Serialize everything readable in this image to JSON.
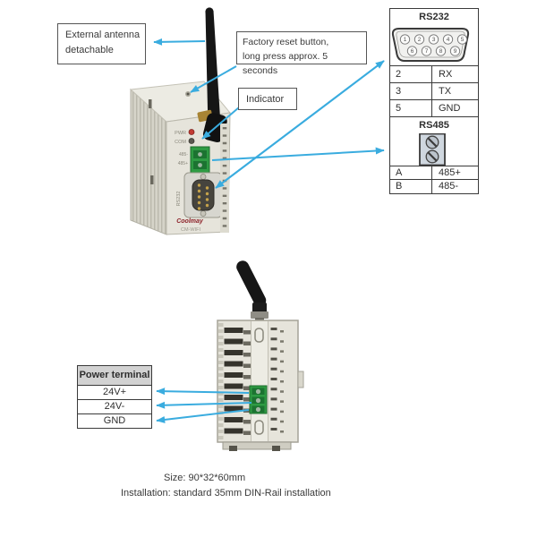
{
  "callouts": {
    "external_antenna": {
      "line1": "External antenna",
      "line2": "detachable"
    },
    "factory_reset": {
      "line1": "Factory reset button,",
      "line2": "long press approx. 5 seconds"
    },
    "indicator": {
      "label": "Indicator"
    }
  },
  "connector_table": {
    "rs232": {
      "title": "RS232",
      "pins": [
        "1",
        "2",
        "3",
        "4",
        "5",
        "6",
        "7",
        "8",
        "9"
      ],
      "rows": [
        {
          "pin": "2",
          "signal": "RX"
        },
        {
          "pin": "3",
          "signal": "TX"
        },
        {
          "pin": "5",
          "signal": "GND"
        }
      ]
    },
    "rs485": {
      "title": "RS485",
      "rows": [
        {
          "pin": "A",
          "signal": "485+"
        },
        {
          "pin": "B",
          "signal": "485-"
        }
      ]
    }
  },
  "power_table": {
    "title": "Power terminal",
    "rows": [
      "24V+",
      "24V-",
      "GND"
    ]
  },
  "device_front": {
    "led_pwr": "PWR",
    "led_com": "COM",
    "label_485_top": "485-",
    "label_485_bottom": "485+",
    "label_rs232": "RS232",
    "brand": "Coolmay",
    "model": "CM-WIFI"
  },
  "footer": {
    "size": "Size: 90*32*60mm",
    "installation": "Installation: standard 35mm DIN-Rail installation"
  },
  "colors": {
    "arrow": "#3aacdf",
    "table_border": "#3a3a3a",
    "power_header_bg": "#d2d2d2",
    "device_body": "#e6e4db",
    "terminal_green": "#2e9b43",
    "led_red": "#c23b34",
    "brand_red": "#8c2128"
  }
}
